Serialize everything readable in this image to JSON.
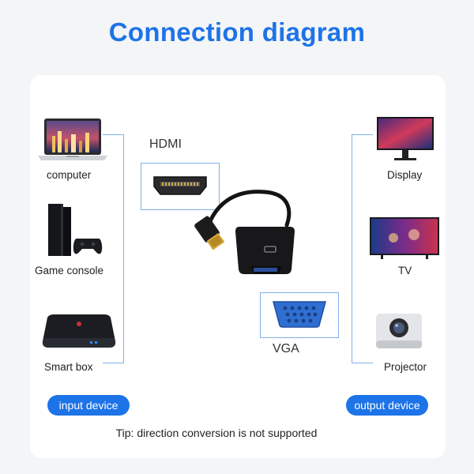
{
  "title": "Connection diagram",
  "input_devices": [
    {
      "label": "computer",
      "icon": "laptop-icon"
    },
    {
      "label": "Game console",
      "icon": "game-console-icon"
    },
    {
      "label": "Smart box",
      "icon": "smart-box-icon"
    }
  ],
  "output_devices": [
    {
      "label": "Display",
      "icon": "monitor-icon"
    },
    {
      "label": "TV",
      "icon": "tv-icon"
    },
    {
      "label": "Projector",
      "icon": "projector-icon"
    }
  ],
  "hdmi_label": "HDMI",
  "vga_label": "VGA",
  "input_badge": "input device",
  "output_badge": "output device",
  "tip": "Tip: direction conversion is not supported",
  "colors": {
    "accent": "#1d73e8",
    "bracket": "#7fb2e8",
    "vga_port": "#2f6fd1"
  }
}
